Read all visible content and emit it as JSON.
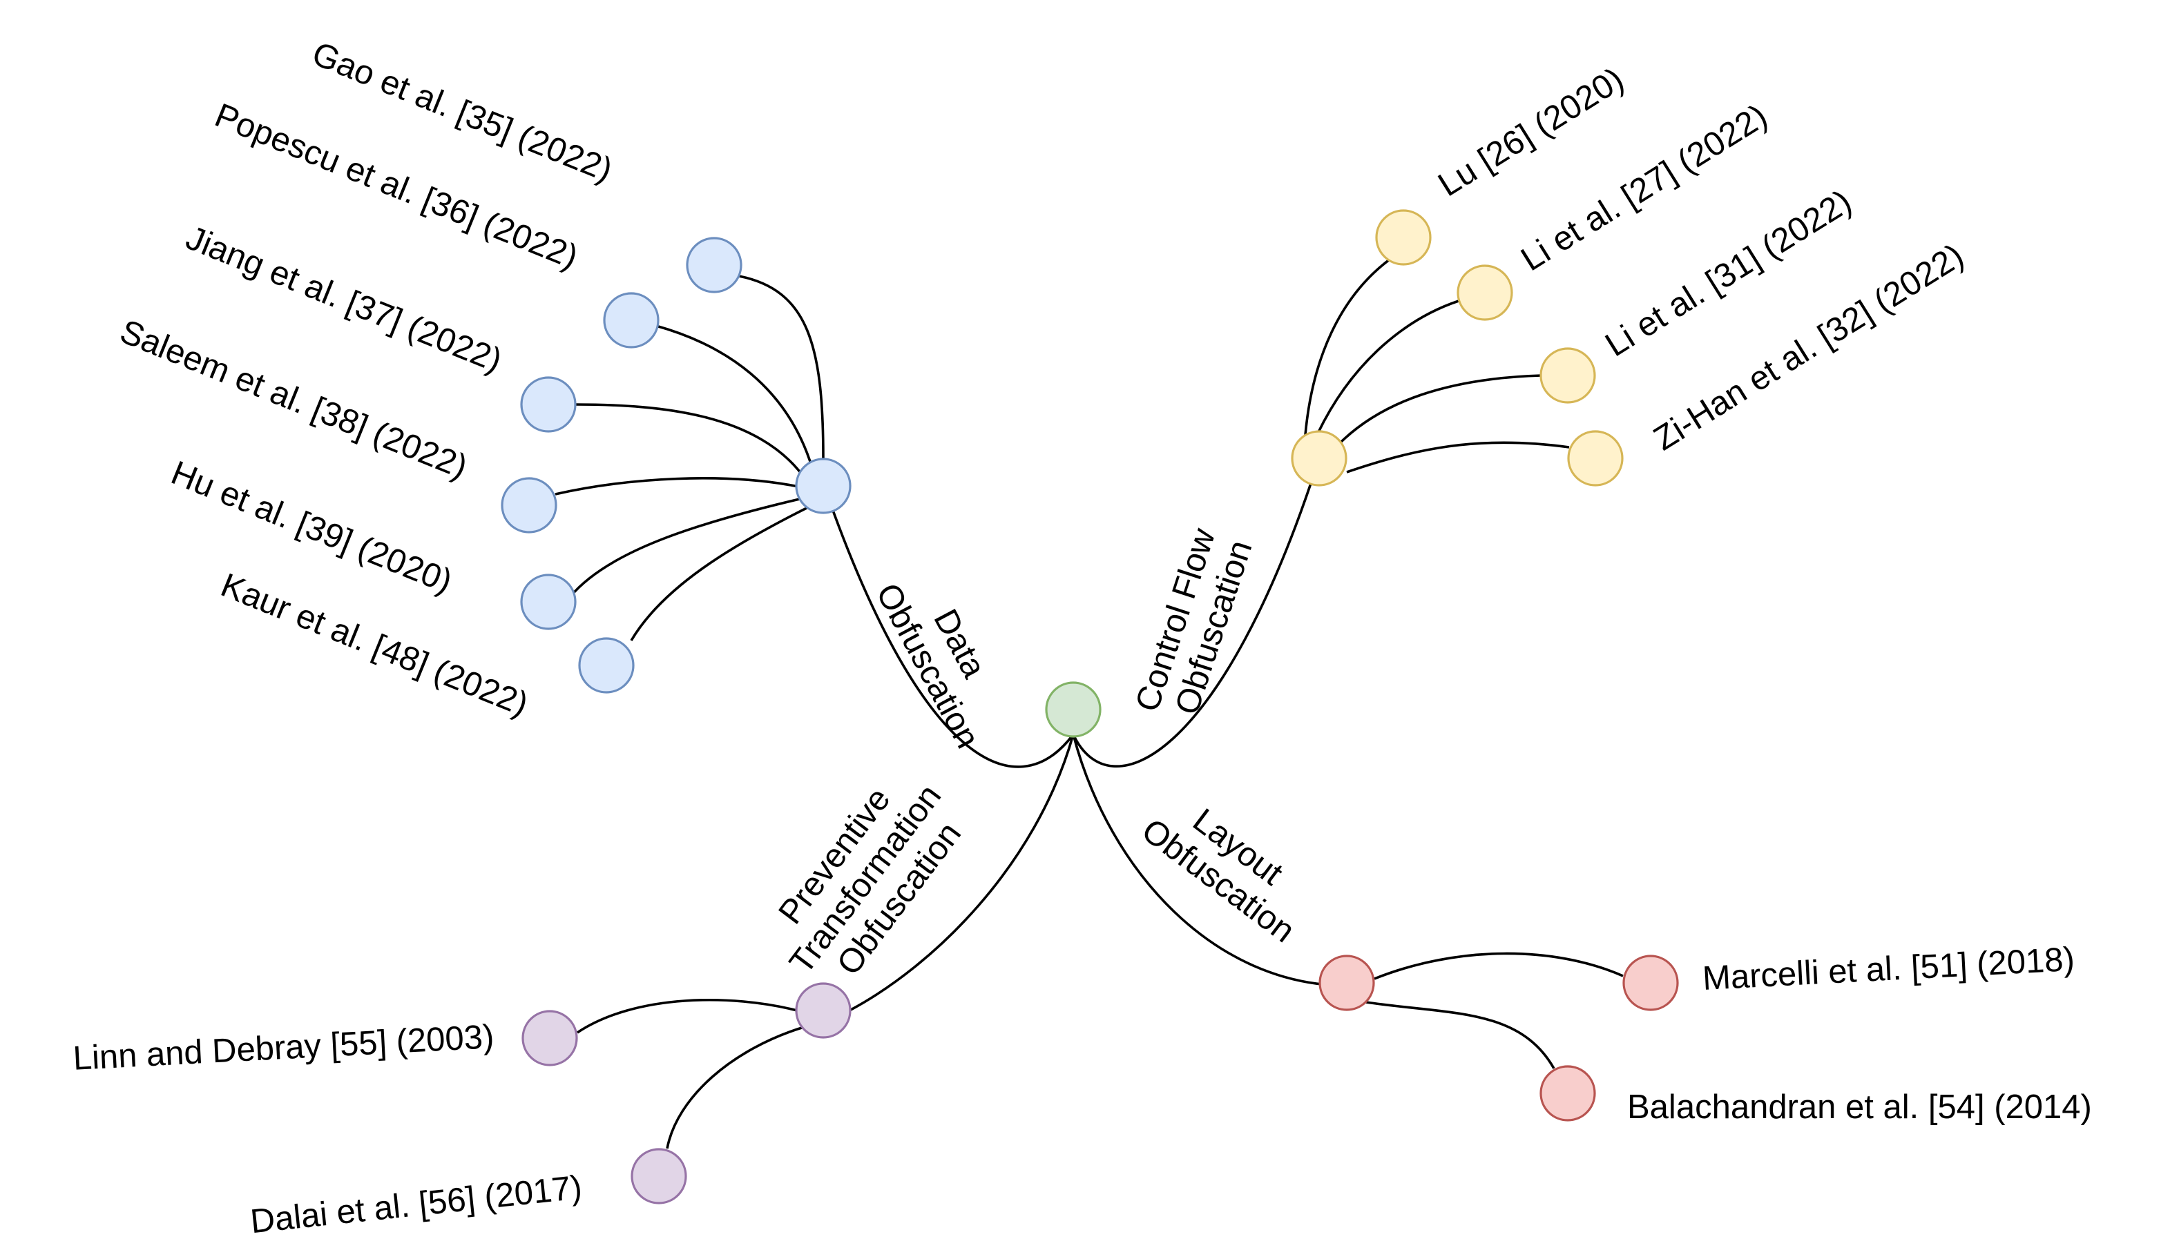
{
  "colors": {
    "root": {
      "fill": "#d5e8d4",
      "stroke": "#82b366"
    },
    "data": {
      "fill": "#dae8fc",
      "stroke": "#6c8ebf"
    },
    "control": {
      "fill": "#fff2cc",
      "stroke": "#d6b656"
    },
    "layout": {
      "fill": "#f8cecc",
      "stroke": "#b85450"
    },
    "preventive": {
      "fill": "#e1d5e7",
      "stroke": "#9673a6"
    },
    "edge": "#000000"
  },
  "branches": {
    "data": {
      "line1": "Data",
      "line2": "Obfuscation"
    },
    "control": {
      "line1": "Control Flow",
      "line2": "Obfuscation"
    },
    "layout": {
      "line1": "Layout",
      "line2": "Obfuscation"
    },
    "preventive": {
      "line1": "Preventive",
      "line2": "Transformation",
      "line3": "Obfuscation"
    }
  },
  "leaves": {
    "data": [
      "Gao et al. [35] (2022)",
      "Popescu et al. [36] (2022)",
      "Jiang et al. [37] (2022)",
      "Saleem et al. [38] (2022)",
      "Hu et al. [39] (2020)",
      "Kaur et al. [48] (2022)"
    ],
    "control": [
      "Lu [26] (2020)",
      "Li et al. [27] (2022)",
      "Li et al. [31] (2022)",
      "Zi-Han et al. [32] (2022)"
    ],
    "layout": [
      "Marcelli et al. [51] (2018)",
      "Balachandran et al. [54] (2014)"
    ],
    "preventive": [
      "Linn and Debray [55] (2003)",
      "Dalai et al. [56] (2017)"
    ]
  }
}
